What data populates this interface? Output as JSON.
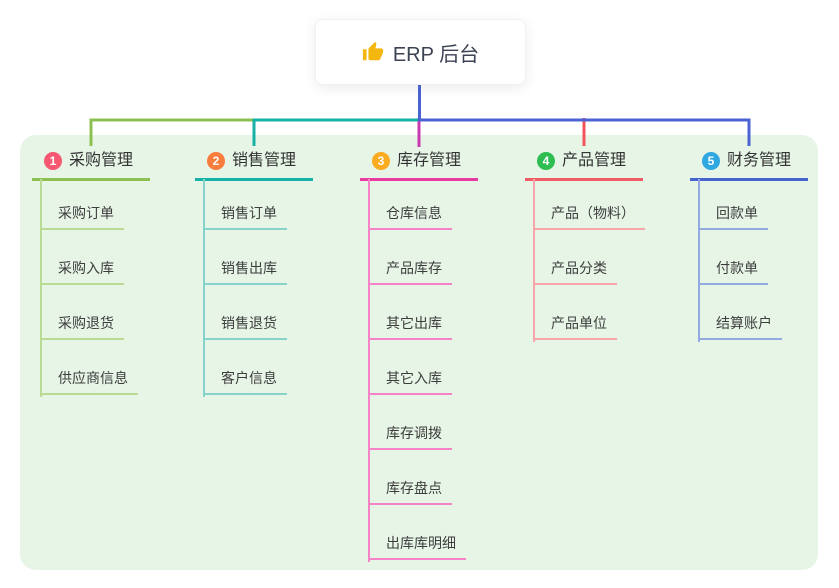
{
  "root": {
    "title": "ERP 后台",
    "icon": "thumbs-up"
  },
  "branches": [
    {
      "num": "1",
      "title": "采购管理",
      "children": [
        "采购订单",
        "采购入库",
        "采购退货",
        "供应商信息"
      ]
    },
    {
      "num": "2",
      "title": "销售管理",
      "children": [
        "销售订单",
        "销售出库",
        "销售退货",
        "客户信息"
      ]
    },
    {
      "num": "3",
      "title": "库存管理",
      "children": [
        "仓库信息",
        "产品库存",
        "其它出库",
        "其它入库",
        "库存调拨",
        "库存盘点",
        "出库库明细"
      ]
    },
    {
      "num": "4",
      "title": "产品管理",
      "children": [
        "产品（物料）",
        "产品分类",
        "产品单位"
      ]
    },
    {
      "num": "5",
      "title": "财务管理",
      "children": [
        "回款单",
        "付款单",
        "结算账户"
      ]
    }
  ],
  "colors": {
    "panel_bg": "#e7f5e7",
    "root_connector": "#4b63d2",
    "thumb_icon": "#f4b70f",
    "branches": [
      {
        "badge": "#f75871",
        "line": "#8cc152",
        "child_line": "#b9db93",
        "drop": "#8cc152"
      },
      {
        "badge": "#f97e3e",
        "line": "#16b1a7",
        "child_line": "#86d3cc",
        "drop": "#16b1a7"
      },
      {
        "badge": "#fbab1f",
        "line": "#e93aa2",
        "child_line": "#f484c5",
        "drop": "#c93ab0"
      },
      {
        "badge": "#2dbd51",
        "line": "#f25c66",
        "child_line": "#f8a5a9",
        "drop": "#f2545e"
      },
      {
        "badge": "#2fa7e0",
        "line": "#4763d0",
        "child_line": "#94a8e2",
        "drop": "#4763d0"
      }
    ]
  }
}
